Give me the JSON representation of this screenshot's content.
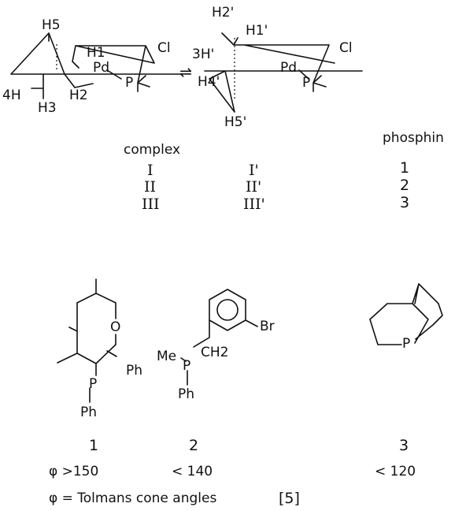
{
  "equilibrium": {
    "left": {
      "atoms": {
        "h5": "H5",
        "h1": "H1",
        "pd": "Pd",
        "cl": "Cl",
        "p": "P",
        "h4": "4H",
        "h2": "H2",
        "h3": "H3"
      }
    },
    "arrow": "⇌",
    "right": {
      "atoms": {
        "h2p": "H2'",
        "h1p": "H1'",
        "h3p": "3H'",
        "h4p": "H4'",
        "pd": "Pd",
        "cl": "Cl",
        "p": "P",
        "h5p": "H5'"
      }
    }
  },
  "table": {
    "header_complex": "complex",
    "header_phosphin": "phosphin",
    "rows": [
      {
        "complex": "I",
        "complex_prime": "I'",
        "phosphin": "1"
      },
      {
        "complex": "II",
        "complex_prime": "II'",
        "phosphin": "2"
      },
      {
        "complex": "III",
        "complex_prime": "III'",
        "phosphin": "3"
      }
    ]
  },
  "phosphines": [
    {
      "number": "1",
      "cone": "φ  >150",
      "labels": {
        "o": "O",
        "p": "P",
        "ph1": "Ph",
        "ph2": "Ph"
      }
    },
    {
      "number": "2",
      "cone": "< 140",
      "labels": {
        "br": "Br",
        "me": "Me",
        "p": "P",
        "ch2": "CH2",
        "ph": "Ph"
      }
    },
    {
      "number": "3",
      "cone": "< 120",
      "labels": {
        "p": "P"
      }
    }
  ],
  "footnote": {
    "text": "φ = Tolmans cone angles",
    "ref": "[5]"
  }
}
